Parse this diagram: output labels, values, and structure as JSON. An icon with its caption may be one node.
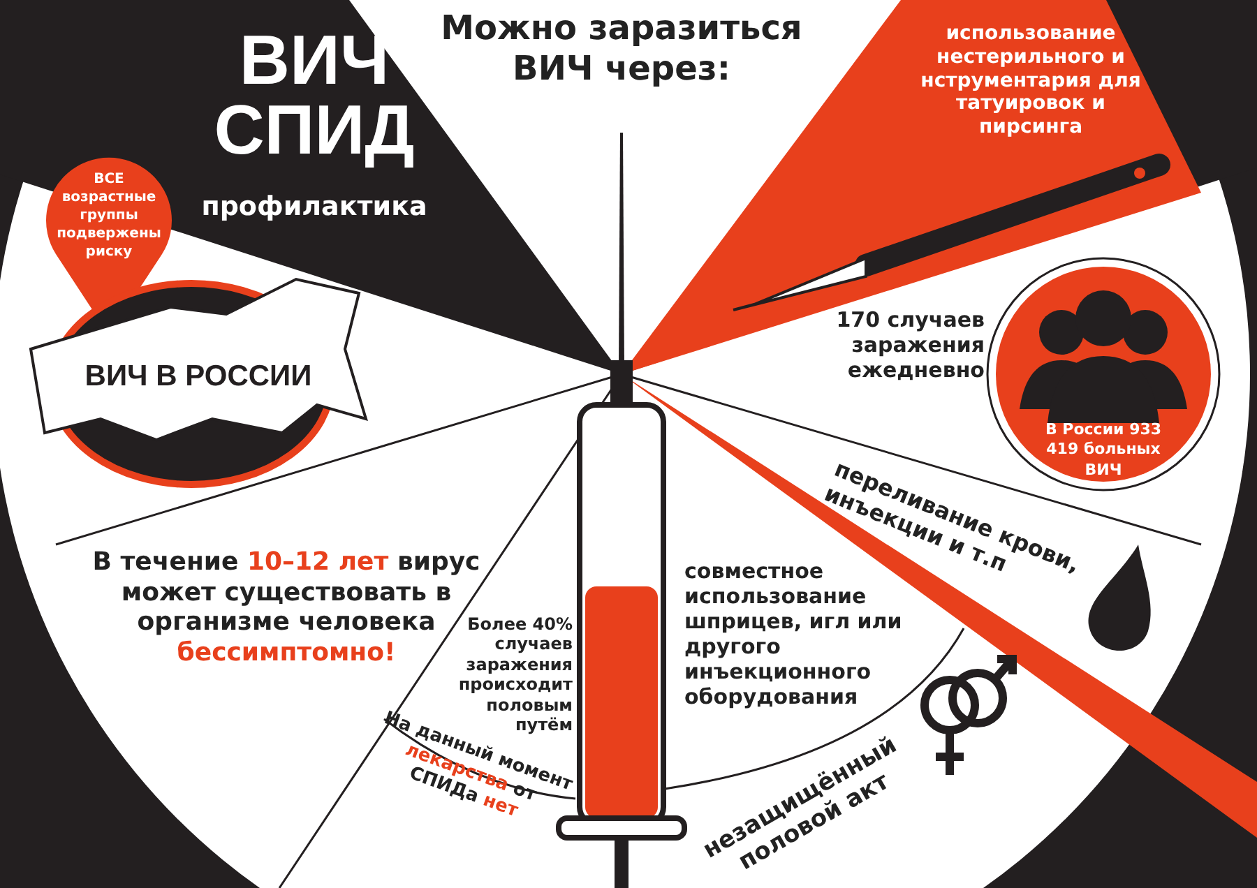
{
  "diagram": {
    "title": "Можно заразиться ВИЧ через:",
    "nodes": [
      {
        "text": [
          "ВСЕ возрастные группы подвержены риску"
        ]
      },
      {
        "text": [
          "ВИЧ В РОССИИ"
        ]
      },
      {
        "text": [
          "В России 933 419 больных ВИЧ"
        ],
        "beside": [
          "170 случаев заражения ежедневно"
        ]
      }
    ],
    "labels": [
      "ВИЧ СПИД",
      "профилактика",
      "использование нестерильного и нструментария для татуировок и пирсинга",
      "переливание крови, инъекции и т.п",
      "В течение **10–12 лет** вирус может существовать в организме человека **бессимптомно!**",
      "Более 40% случаев заражения происходит половым путём",
      "совместное использование шприцев, игл или другого инъекционного оборудования",
      "На данный момент **лекарства** от СПИДа **нет**",
      "незащищённый половой акт"
    ]
  }
}
